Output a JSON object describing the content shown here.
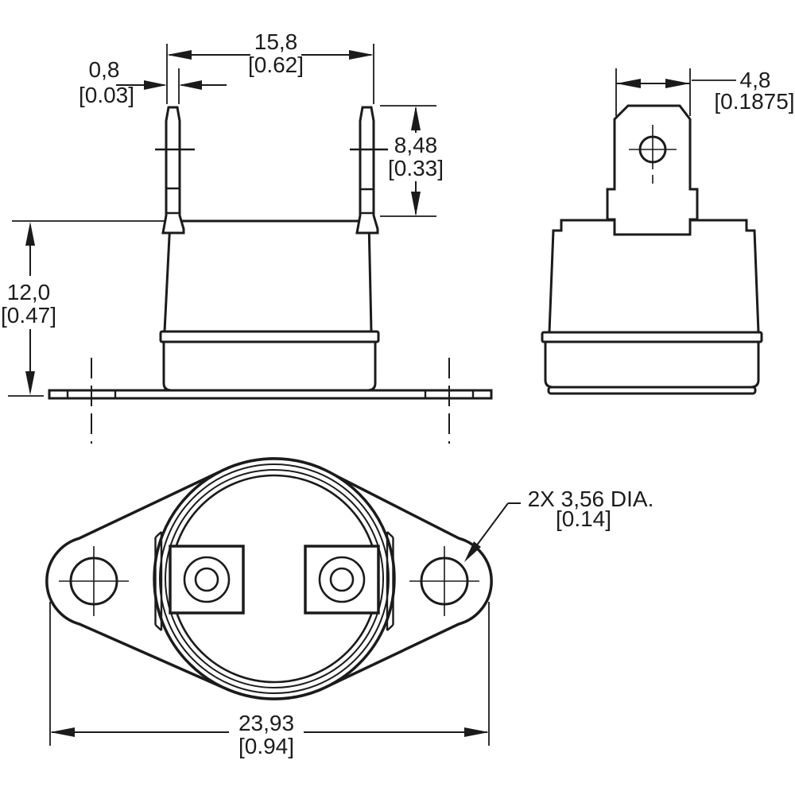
{
  "drawing": {
    "type": "technical-dimension-drawing",
    "colors": {
      "line": "#1b1b1b",
      "background": "#ffffff"
    },
    "front_view": {
      "terminal_spacing": {
        "mm": "15,8",
        "inch": "[0.62]"
      },
      "terminal_thickness": {
        "mm": "0,8",
        "inch": "[0.03]"
      },
      "terminal_height": {
        "mm": "8,48",
        "inch": "[0.33]"
      },
      "body_height": {
        "mm": "12,0",
        "inch": "[0.47]"
      }
    },
    "side_view": {
      "terminal_width": {
        "mm": "4,8",
        "inch": "[0.1875]"
      }
    },
    "bottom_view": {
      "hole_diameter": {
        "label": "2X 3,56 DIA.",
        "inch": "[0.14]"
      },
      "flange_width": {
        "mm": "23,93",
        "inch": "[0.94]"
      }
    }
  }
}
